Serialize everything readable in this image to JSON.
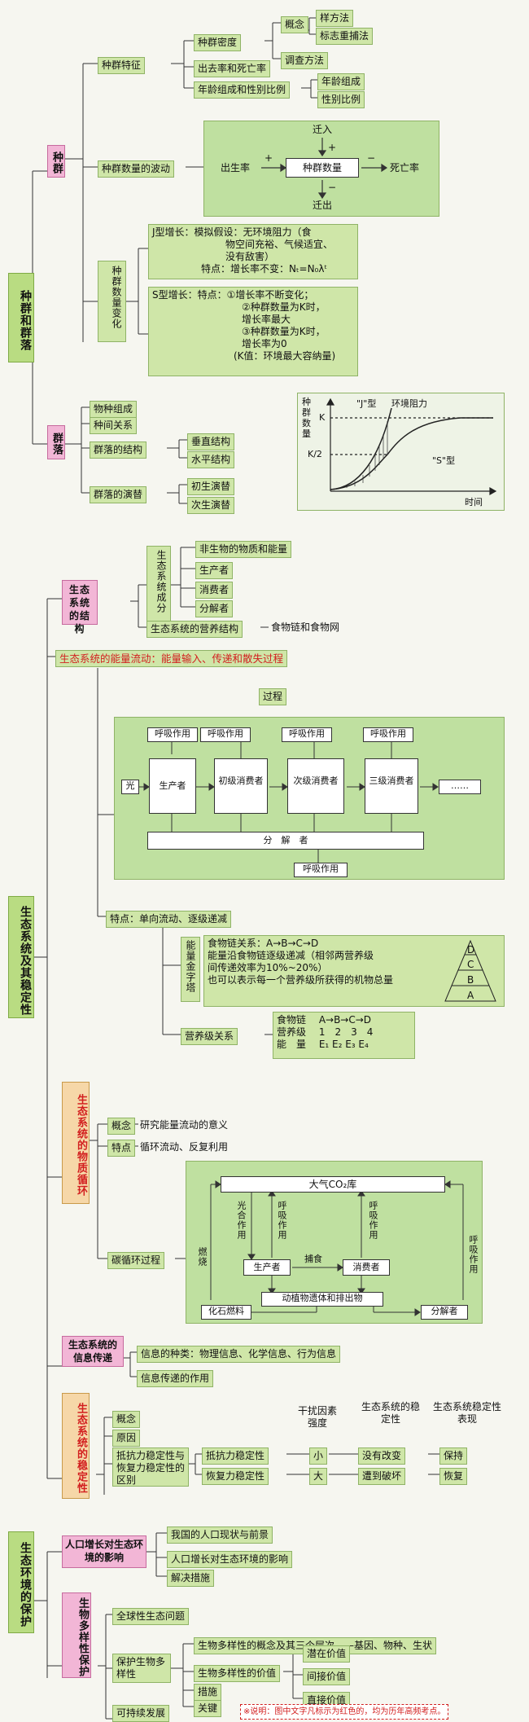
{
  "sec1": {
    "main": "种群和群落",
    "zhongqun": "种群",
    "tezheng": "种群特征",
    "midu": "种群密度",
    "gainian": "概念",
    "yangfangfa": "样方法",
    "biaozhi": "标志重捕法",
    "diaocha": "调查方法",
    "chuqu": "出去率和死亡率",
    "nianling": "年龄组成和性别比例",
    "nianlingzucheng": "年龄组成",
    "xingbie": "性别比例",
    "bodong": "种群数量的波动",
    "flow": {
      "qianru": "迁入",
      "qianchu": "迁出",
      "chusheng": "出生率",
      "center": "种群数量",
      "siwang": "死亡率",
      "plus": "+",
      "minus": "−"
    },
    "bianhua": "种群数量变化",
    "j_lines": [
      "J型增长：模拟假设：无环境阻力（食",
      "物空间充裕、气候适宜、",
      "没有敌害）",
      "特点：增长率不变：Nₜ=N₀λᵗ"
    ],
    "s_lines": [
      "S型增长：特点：①增长率不断变化；",
      "②种群数量为K时，",
      "增长率最大",
      "③种群数量为K时，",
      "增长率为0",
      "(K值：环境最大容纳量)"
    ],
    "qunluo": "群落",
    "wuzhong": "物种组成",
    "zhongjian": "种间关系",
    "jiegou": "群落的结构",
    "chuizhi": "垂直结构",
    "shuiping": "水平结构",
    "yanti": "群落的演替",
    "chusheng_yt": "初生演替",
    "cisheng": "次生演替"
  },
  "chart_data": {
    "type": "line",
    "ylabel": "种群数量",
    "xlabel": "时间",
    "y_ticks": [
      "K",
      "K/2"
    ],
    "annotations": [
      "\"J\"型",
      "环境阻力",
      "\"S\"型"
    ]
  },
  "sec2": {
    "main": "生态系统及其稳定性",
    "jiegou_title": "生态系统的结构",
    "chengfen": "生态系统成分",
    "feishengwu": "非生物的物质和能量",
    "shengchanzhe": "生产者",
    "xiaofeizhe": "消费者",
    "fenjiezhe": "分解者",
    "yingyang": "生态系统的营养结构",
    "shiwulian": "食物链和食物网",
    "nengliang_title": "生态系统的能量流动：能量输入、传递和散失过程",
    "guocheng": "过程",
    "huxi": "呼吸作用",
    "guang": "光",
    "producer": "生产者",
    "chuji": "初级消费者",
    "ciji": "次级消费者",
    "sanji": "三级消费者",
    "dots": "……",
    "fenjie": "分　解　者",
    "tedian": "特点：单向流动、逐级递减",
    "jinzita": "能量金字塔",
    "pyr_lines": [
      "食物链关系：A→B→C→D",
      "能量沿食物链逐级递减（相邻两营养级",
      "间传递效率为10%~20%）",
      "也可以表示每一个营养级所获得的机物总量"
    ],
    "pyr_labels": [
      "D",
      "C",
      "B",
      "A"
    ],
    "yingyangji": "营养级关系",
    "yyj_lines": [
      "食物链　 A→B→C→D",
      "营养级　 1　2　3　4",
      "能　量　 E₁ E₂ E₃ E₄"
    ],
    "wuzhi_title": "生态系统的物质循环",
    "wz_gainian": "概念",
    "wz_gainian_v": "研究能量流动的意义",
    "wz_tedian": "特点",
    "wz_tedian_v": "循环流动、反复利用",
    "tanxunhuan": "碳循环过程",
    "carbon": {
      "co2": "大气CO₂库",
      "guanghe": "光合作用",
      "huxi1": "呼吸作用",
      "huxi2": "呼吸作用",
      "huxi3": "呼吸作用",
      "ranshao": "燃烧",
      "producer": "生产者",
      "buzhi": "捕食",
      "consumer": "消费者",
      "yiti": "动植物遗体和排出物",
      "huashi": "化石燃料",
      "fenjiezhe": "分解者"
    },
    "xinxi_title": "生态系统的信息传递",
    "xinxi1": "信息的种类：物理信息、化学信息、行为信息",
    "xinxi2": "信息传递的作用",
    "wending_title": "生态系统的稳定性",
    "wd_gainian": "概念",
    "wd_yuanyin": "原因",
    "wd_qubie": "抵抗力稳定性与恢复力稳定性的区别",
    "dikang": "抵抗力稳定性",
    "huifu": "恢复力稳定性",
    "hdr1": "干扰因素强度",
    "hdr2": "生态系统的稳定性",
    "hdr3": "生态系统稳定性表现",
    "xiao": "小",
    "da": "大",
    "meiyou": "没有改变",
    "zaodao": "遭到破坏",
    "baochi": "保持",
    "huifu2": "恢复"
  },
  "sec3": {
    "main": "生态环境的保护",
    "renkou_title": "人口增长对生态环境的影响",
    "rk1": "我国的人口现状与前景",
    "rk2": "人口增长对生态环境的影响",
    "rk3": "解决措施",
    "dyx_title": "生物多样性保护",
    "quanqiu": "全球性生态问题",
    "baohu": "保护生物多样性",
    "gainian3": "生物多样性的概念及其三个层次——基因、物种、生状",
    "jiazhi": "生物多样性的价值",
    "qianzai": "潜在价值",
    "jianjie": "间接价值",
    "zhijie": "直接价值",
    "cuoshi": "措施",
    "guanjian": "关键",
    "kechixu": "可持续发展",
    "note": "※说明：图中文字凡标示为红色的，均为历年高频考点。"
  }
}
